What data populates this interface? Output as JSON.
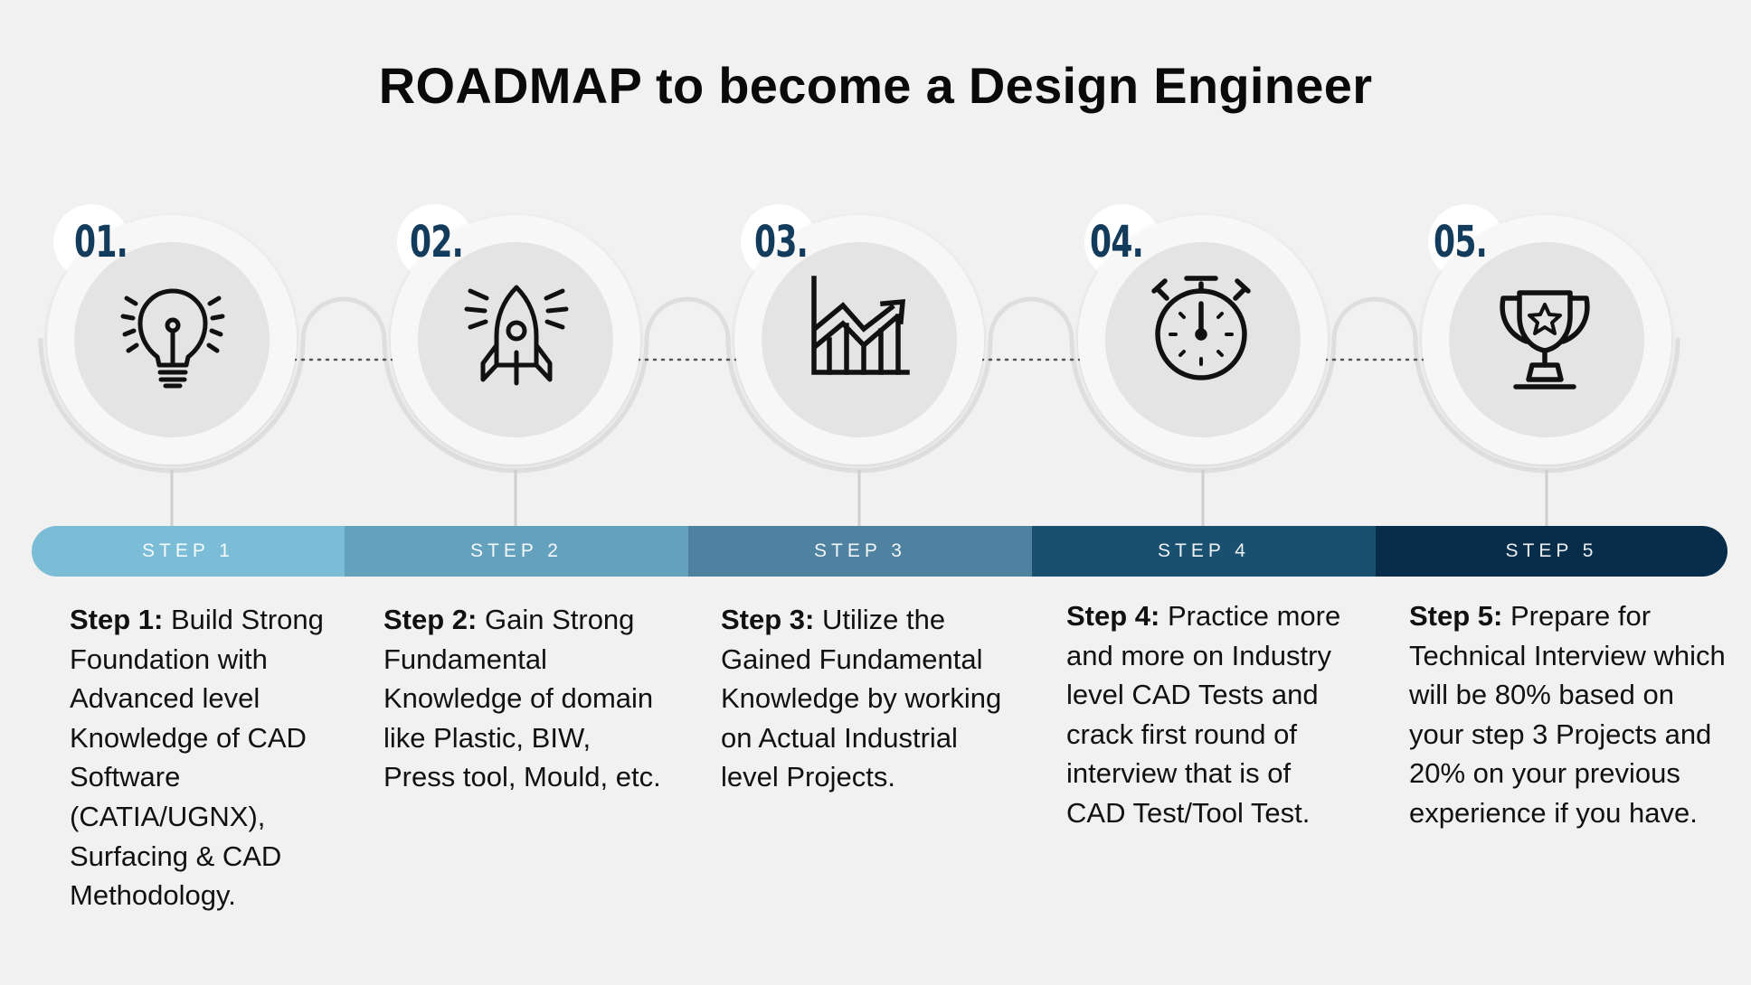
{
  "title": "ROADMAP to become a Design Engineer",
  "steps": [
    {
      "number": "01.",
      "icon": "lightbulb-icon",
      "bar_label": "STEP 1",
      "heading": "Step 1:",
      "text": "Build Strong Foundation with Advanced level Knowledge of CAD Software (CATIA/UGNX), Surfacing & CAD Methodology.",
      "bar_color": "#7bbdd6"
    },
    {
      "number": "02.",
      "icon": "rocket-icon",
      "bar_label": "STEP 2",
      "heading": "Step 2:",
      "text": "Gain Strong Fundamental Knowledge of domain like Plastic, BIW, Press tool, Mould, etc.",
      "bar_color": "#64a1bc"
    },
    {
      "number": "03.",
      "icon": "growth-chart-icon",
      "bar_label": "STEP 3",
      "heading": "Step 3:",
      "text": "Utilize the Gained Fundamental Knowledge by working on Actual Industrial level Projects.",
      "bar_color": "#4e82a0"
    },
    {
      "number": "04.",
      "icon": "stopwatch-icon",
      "bar_label": "STEP 4",
      "heading": "Step 4:",
      "text": "Practice more and more on Industry level CAD Tests and crack first round of interview that is of CAD Test/Tool Test.",
      "bar_color": "#19506f"
    },
    {
      "number": "05.",
      "icon": "trophy-icon",
      "bar_label": "STEP 5",
      "heading": "Step 5:",
      "text": "Prepare for Technical Interview which will be 80% based on your step 3 Projects and 20% on your previous experience if you have.",
      "bar_color": "#082d4a"
    }
  ]
}
